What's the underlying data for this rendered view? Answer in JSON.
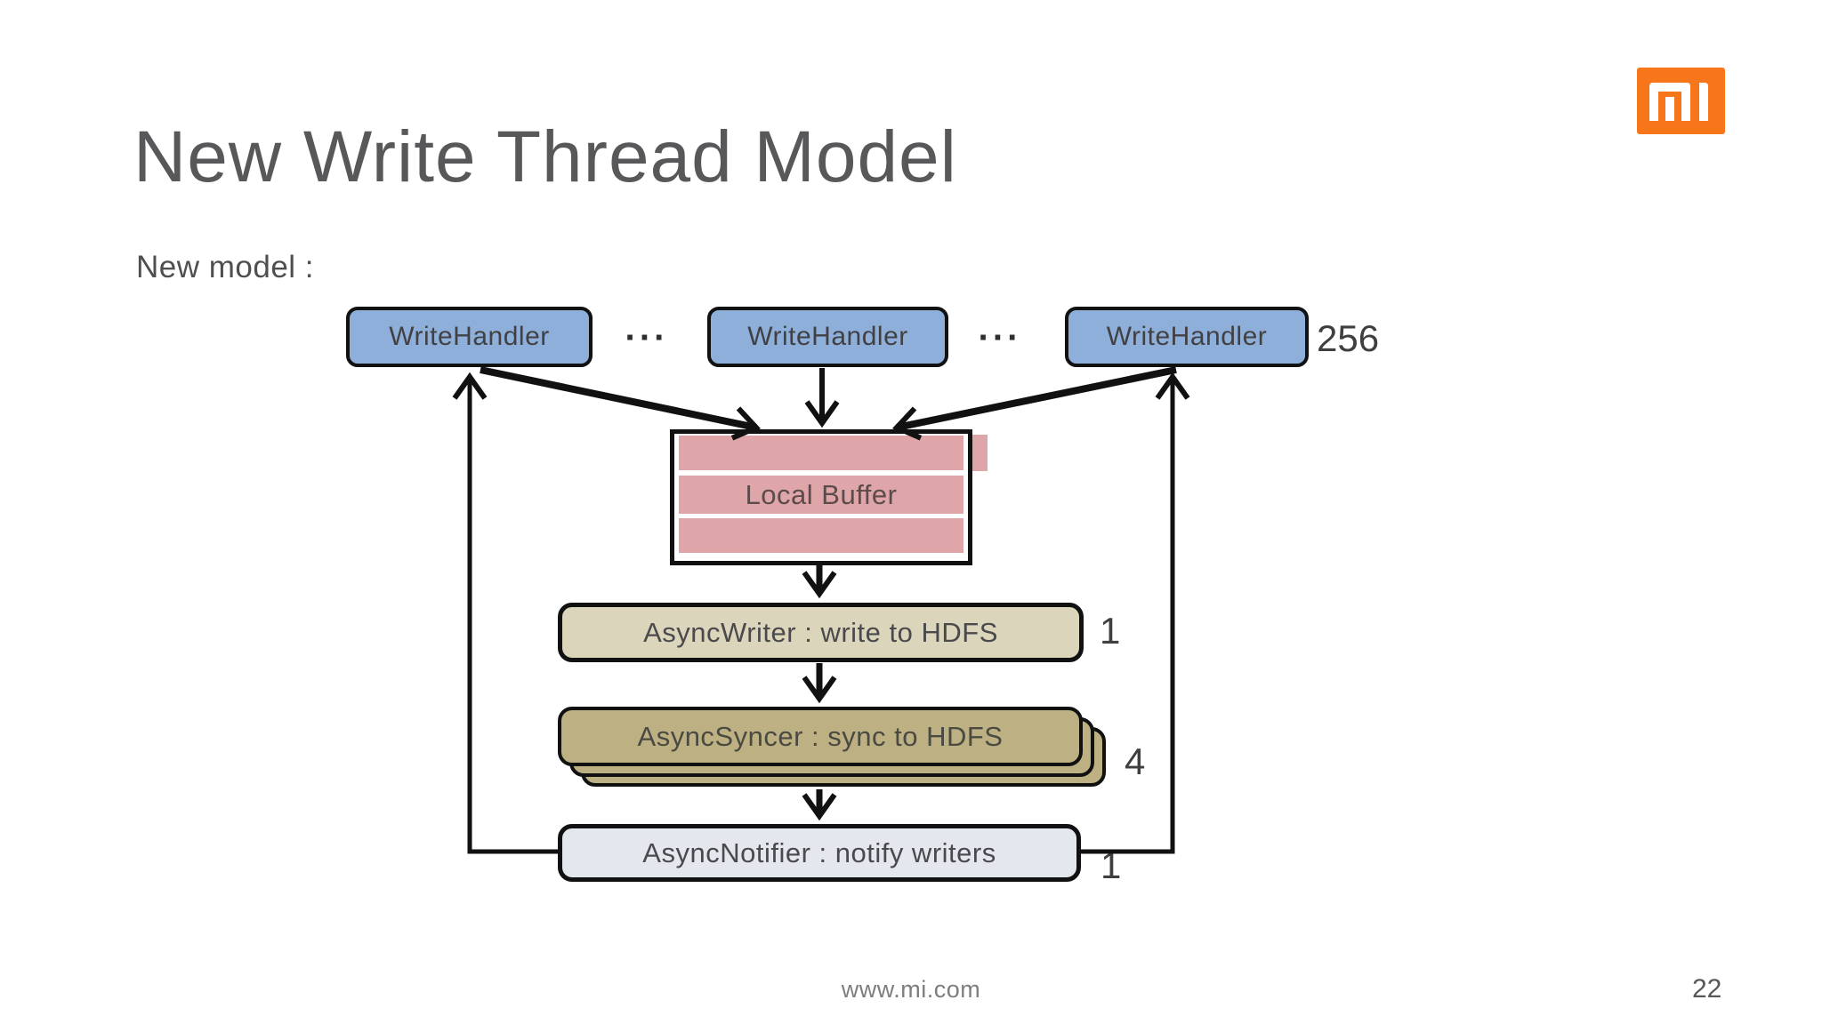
{
  "slide": {
    "title": "New Write Thread Model",
    "subtitle": "New model :",
    "footer_url": "www.mi.com",
    "page_number": "22",
    "logo_text": "mi"
  },
  "diagram": {
    "write_handler_label": "WriteHandler",
    "write_handler_count": "256",
    "ellipsis": "···",
    "local_buffer_label": "Local Buffer",
    "async_writer_label": "AsyncWriter : write to HDFS",
    "async_writer_count": "1",
    "async_syncer_label": "AsyncSyncer : sync to HDFS",
    "async_syncer_count": "4",
    "async_notifier_label": "AsyncNotifier : notify writers",
    "async_notifier_count": "1"
  },
  "colors": {
    "box_blue": "#8FAFDB",
    "box_pink": "#DEA6A9",
    "box_tan": "#DBD6BB",
    "box_khaki": "#BDB183",
    "box_notifier": "#E4E7EE",
    "line_ink": "#111111",
    "title_gray": "#58585A",
    "logo_orange": "#F8761A"
  }
}
